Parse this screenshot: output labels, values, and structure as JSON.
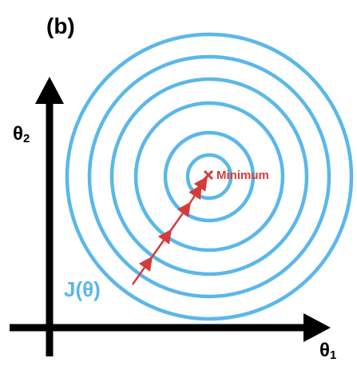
{
  "panel_label": "(b)",
  "axes": {
    "y_label_main": "θ",
    "y_label_sub": "2",
    "x_label_main": "θ",
    "x_label_sub": "1"
  },
  "function_label": "J(θ)",
  "minimum_label": "Minimum",
  "contours": {
    "count": 6,
    "color": "#5bb7ea"
  },
  "descent_path": {
    "color": "#d63b3b",
    "steps": 5
  },
  "colors": {
    "axis": "#000000",
    "contour": "#5bb7ea",
    "path": "#d63b3b",
    "minimum_marker": "#d63b3b",
    "function_label": "#5bb7ea"
  }
}
